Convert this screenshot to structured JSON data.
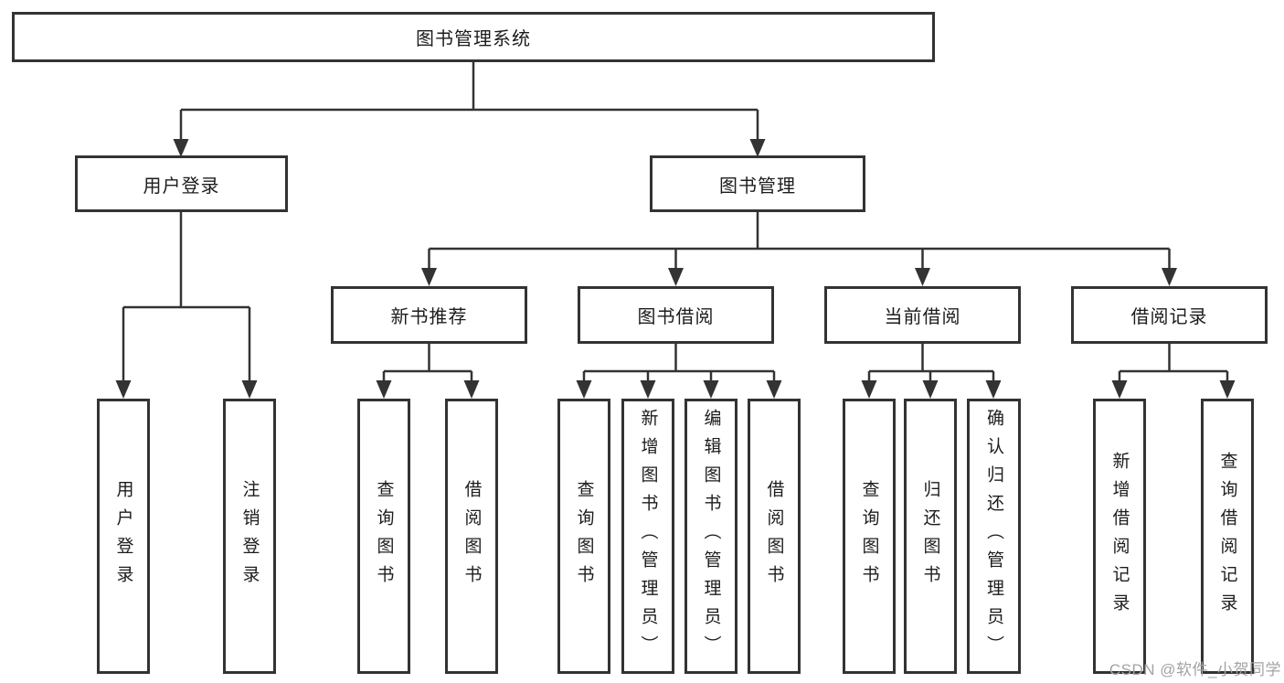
{
  "nodes": {
    "root": "图书管理系统",
    "level2": [
      "用户登录",
      "图书管理"
    ],
    "level3": [
      "新书推荐",
      "图书借阅",
      "当前借阅",
      "借阅记录"
    ],
    "leaves": {
      "login": [
        "用户登录",
        "注销登录"
      ],
      "recommend": [
        "查询图书",
        "借阅图书"
      ],
      "borrow": [
        "查询图书",
        "新增图书（管理员）",
        "编辑图书（管理员）",
        "借阅图书"
      ],
      "current": [
        "查询图书",
        "归还图书",
        "确认归还（管理员）"
      ],
      "records": [
        "新增借阅记录",
        "查询借阅记录"
      ]
    }
  },
  "watermark": "CSDN @软件_小贺同学",
  "colors": {
    "line": "#333333",
    "box_border": "#333333",
    "text": "#1c1c1c",
    "watermark": "#a3a3a3",
    "background": "#ffffff"
  }
}
